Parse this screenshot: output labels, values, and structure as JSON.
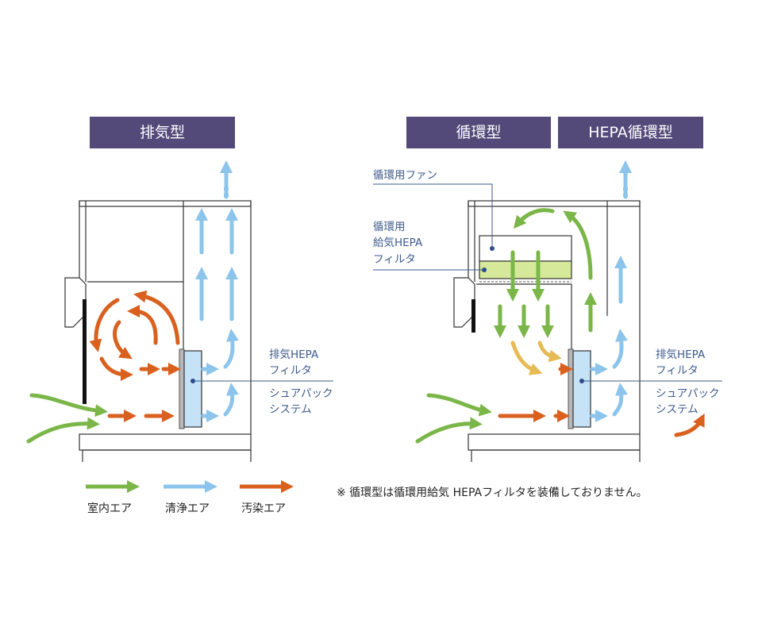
{
  "headers": {
    "exhaust": "排気型",
    "circulation": "循環型",
    "hepa_circulation": "HEPA循環型"
  },
  "labels": {
    "circ_fan": "循環用ファン",
    "supply_hepa_line1": "循環用",
    "supply_hepa_line2": "給気HEPA",
    "supply_hepa_line3": "フィルタ",
    "exhaust_hepa_line1": "排気HEPA",
    "exhaust_hepa_line2": "フィルタ",
    "shoe_pack_line1": "シュアパック",
    "shoe_pack_line2": "システム"
  },
  "legend": [
    {
      "label": "室内エア",
      "color": "#7ab648"
    },
    {
      "label": "清浄エア",
      "color": "#8cc4ec"
    },
    {
      "label": "汚染エア",
      "color": "#d9601e"
    }
  ],
  "note": "※ 循環型は循環用給気 HEPAフィルタを装備しておりません。",
  "colors": {
    "header_bg": "#534a7a",
    "label_blue": "#3d5a8c",
    "room_air": "#7ab648",
    "clean_air": "#8cc4ec",
    "contaminated_air": "#d9601e",
    "yellow_air": "#e6bb55",
    "filter_blue": "#c6e2f6",
    "supply_filter": "#d6e99a"
  }
}
